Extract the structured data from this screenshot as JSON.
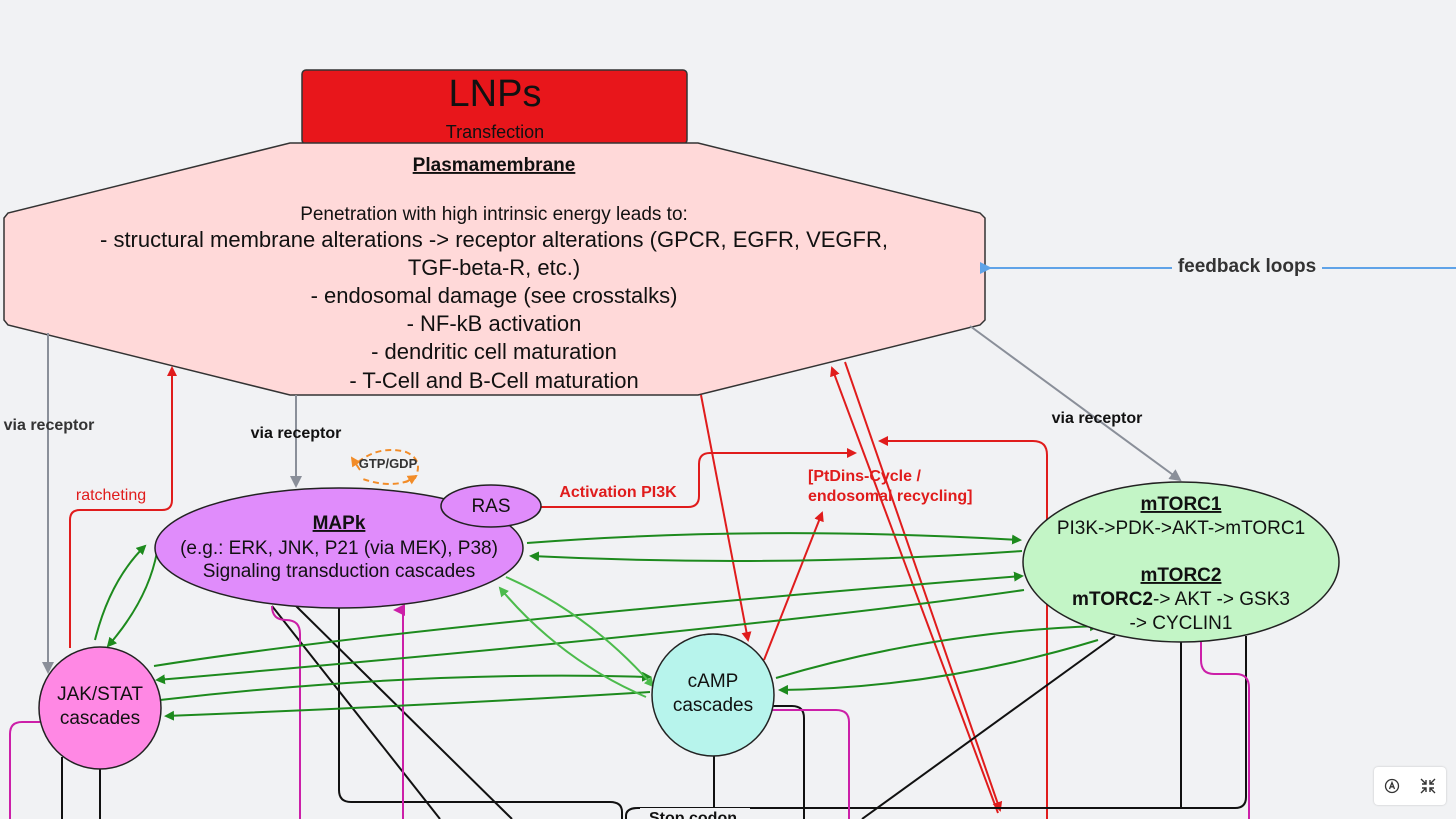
{
  "lnps": {
    "title": "LNPs",
    "subtitle": "Transfection"
  },
  "membrane": {
    "title": "Plasmamembrane",
    "intro": "Penetration with high intrinsic energy leads to:",
    "lines": [
      "- structural membrane alterations -> receptor alterations (GPCR, EGFR, VEGFR,",
      "TGF-beta-R, etc.)",
      "- endosomal damage (see crosstalks)",
      "- NF-kB activation",
      "- dendritic cell maturation",
      "- T-Cell and B-Cell maturation"
    ]
  },
  "mapk": {
    "title": "MAPk",
    "line1": "(e.g.: ERK, JNK, P21 (via MEK), P38)",
    "line2": "Signaling transduction cascades"
  },
  "ras": {
    "label": "RAS"
  },
  "gtp": {
    "label": "GTP/GDP"
  },
  "jakstat": {
    "line1": "JAK/STAT",
    "line2": "cascades"
  },
  "camp": {
    "line1": "cAMP",
    "line2": "cascades"
  },
  "mtorc": {
    "title1": "mTORC1",
    "line1": "PI3K->PDK->AKT->mTORC1",
    "title2": "mTORC2",
    "line2_bold": "mTORC2",
    "line2_rest": "-> AKT -> GSK3",
    "line3": "-> CYCLIN1"
  },
  "labels": {
    "feedback": "feedback loops",
    "via_receptor_left": "via receptor",
    "via_receptor_mid": "via receptor",
    "via_receptor_right": "via receptor",
    "ratcheting": "ratcheting",
    "activation_pi3k": "Activation PI3K",
    "ptdins_line1": "[PtDins-Cycle /",
    "ptdins_line2": "endosomal recycling]",
    "stop_codon": "Stop codon"
  },
  "colors": {
    "lnps_fill": "#e8161b",
    "membrane_fill": "#ffd9d9",
    "mapk_fill": "#e08cfb",
    "jakstat_fill": "#ff88e4",
    "camp_fill": "#b7f4ec",
    "mtorc_fill": "#c3f5c6",
    "red_arrow": "#e01c1c",
    "green_arrow": "#1d8a1d",
    "light_green_arrow": "#4cbb4c",
    "magenta_line": "#cc1fa8",
    "blue_arrow": "#5fa3e8",
    "gray_arrow": "#8a8f99",
    "orange_dash": "#f28c28"
  },
  "toolbar": {
    "icons": [
      "accessibility-icon",
      "collapse-icon"
    ]
  }
}
